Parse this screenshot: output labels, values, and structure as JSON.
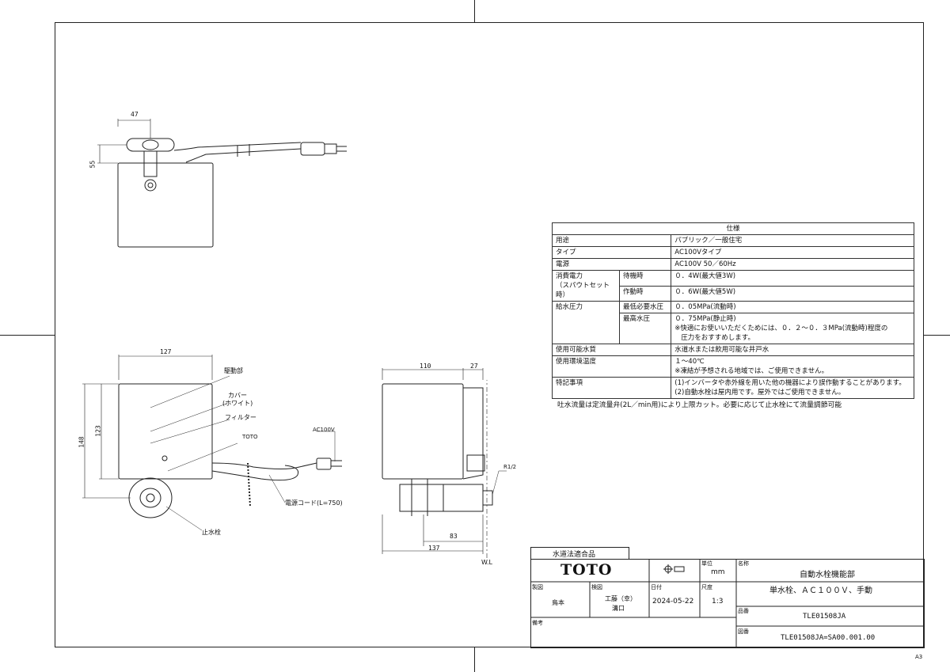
{
  "drawing": {
    "dims": {
      "top_width": "47",
      "top_height": "55",
      "front_width": "127",
      "front_height_total": "148",
      "front_height_body": "123",
      "side_width": "110",
      "side_ext": "27",
      "side_offset": "83",
      "side_total": "137"
    },
    "labels": {
      "drive": "駆動部",
      "cover": "カバー",
      "cover_color": "(ホワイト)",
      "filter": "フィルター",
      "toto_mark": "TOTO",
      "ac": "AC100V",
      "cord": "電源コード(L=750)",
      "stop_valve": "止水栓",
      "thread": "R1/2",
      "wall_line": "W.L"
    }
  },
  "spec": {
    "title": "仕様",
    "rows": {
      "use": {
        "k": "用途",
        "v": "パブリック／一般住宅"
      },
      "type": {
        "k": "タイプ",
        "v": "AC100Vタイプ"
      },
      "power": {
        "k": "電源",
        "v": "AC100V 50／60Hz"
      },
      "consumption": {
        "k": "消費電力",
        "k2": "（スパウトセット時）",
        "standby": "待機時",
        "standby_v": "０．4W(最大値3W)",
        "active": "作動時",
        "active_v": "０．6W(最大値5W)"
      },
      "pressure": {
        "k": "給水圧力",
        "min": "最低必要水圧",
        "min_v": "０．05MPa(流動時)",
        "max": "最高水圧",
        "max_v": "０．75MPa(静止時)",
        "note1": "※快適にお使いいただくためには、０．２～０．３MPa(流動時)程度の",
        "note2": "圧力をおすすめします。"
      },
      "water": {
        "k": "使用可能水質",
        "v": "水道水または飲用可能な井戸水"
      },
      "temp": {
        "k": "使用環境温度",
        "v": "１～40℃",
        "note": "※凍結が予想される地域では、ご使用できません。"
      },
      "special": {
        "k": "特記事項",
        "v1": "(1)インバータや赤外線を用いた他の機器により誤作動することがあります。",
        "v2": "(2)自動水栓は屋内用です。屋外ではご使用できません。"
      }
    },
    "note": "吐水流量は定流量弁(2L／min用)により上限カット。必要に応じて止水栓にて流量調節可能"
  },
  "titleblock": {
    "cert": "水道法適合品",
    "logo": "TOTO",
    "unit_label": "単位",
    "unit": "mm",
    "name_label": "名称",
    "name1": "自動水栓機能部",
    "name2": "単水栓、ＡＣ１００Ｖ、手動",
    "drawn_label": "製図",
    "drawn": "鳥本",
    "checked_label": "検図",
    "checked1": "工藤（幸）",
    "checked2": "溝口",
    "date_label": "日付",
    "date": "2024-05-22",
    "scale_label": "尺度",
    "scale": "1:3",
    "part_label": "品番",
    "part": "TLE01508JA",
    "dwg_label": "図番",
    "dwg": "TLE01508JA=SA00.001.00",
    "remarks_label": "備考"
  },
  "sheet_size": "A3"
}
